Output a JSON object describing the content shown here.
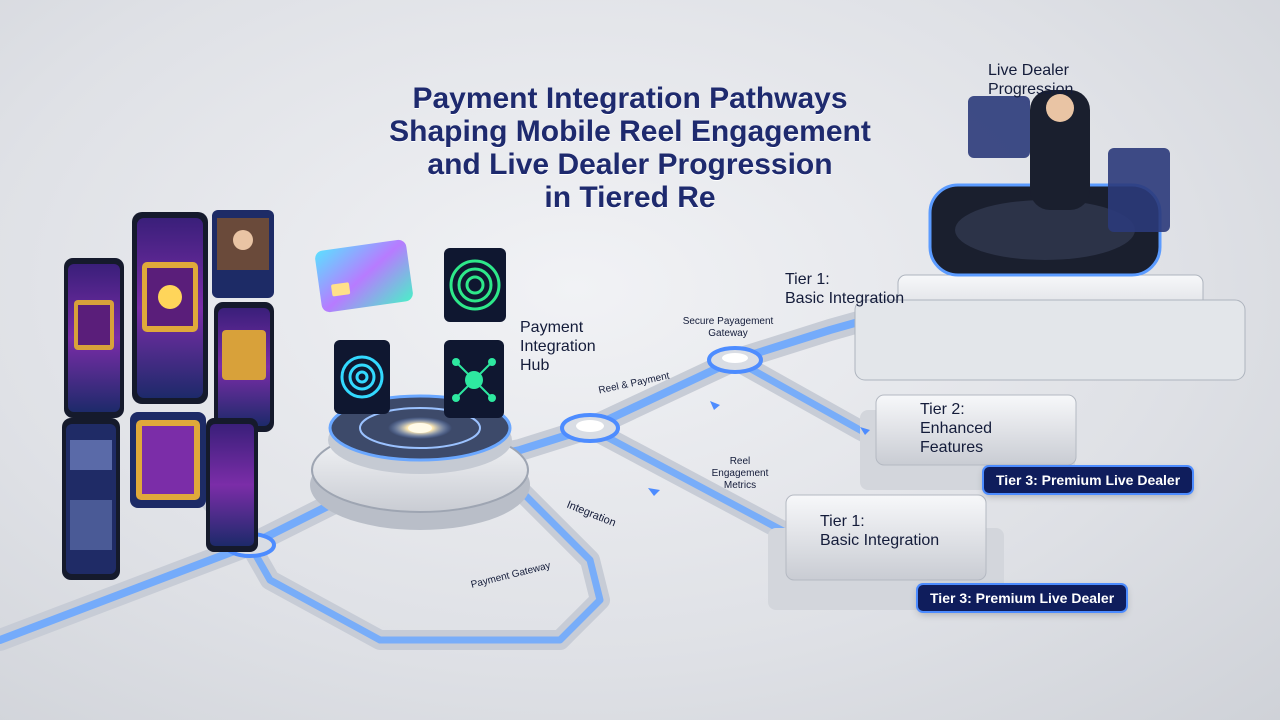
{
  "title": {
    "line1": "Payment Integration Pathways",
    "line2": "Shaping Mobile Reel Engagement",
    "line3": "and Live Dealer Progression",
    "line4": "in Tiered Re"
  },
  "labels": {
    "live_dealer_line1": "Live Dealer",
    "live_dealer_line2": "Progression",
    "hub_line1": "Payment",
    "hub_line2": "Integration",
    "hub_line3": "Hub",
    "secure_line1": "Secure Payagement",
    "secure_line2": "Gateway",
    "reel_payment": "Reel & Payment",
    "reel_metrics_line1": "Reel",
    "reel_metrics_line2": "Engagement",
    "reel_metrics_line3": "Metrics",
    "integration": "Integration",
    "payment_gateway": "Payment Gateway",
    "tier1_top_line1": "Tier 1:",
    "tier1_top_line2": "Basic Integration",
    "tier2_line1": "Tier 2:",
    "tier2_line2": "Enhanced",
    "tier2_line3": "Features",
    "tier3_top": "Tier 3: Premium Live Dealer",
    "tier1_bottom_line1": "Tier 1:",
    "tier1_bottom_line2": "Basic Integration",
    "tier3_bottom": "Tier 3: Premium Live Dealer"
  },
  "icons": [
    "fingerprint-icon",
    "credit-card-icon",
    "network-icon",
    "slot-reel-icon",
    "dealer-icon"
  ],
  "colors": {
    "title": "#1e2a6e",
    "path_glow": "#5b9bff",
    "badge_bg": "#0f1d5c",
    "platform": "#eceef2"
  }
}
